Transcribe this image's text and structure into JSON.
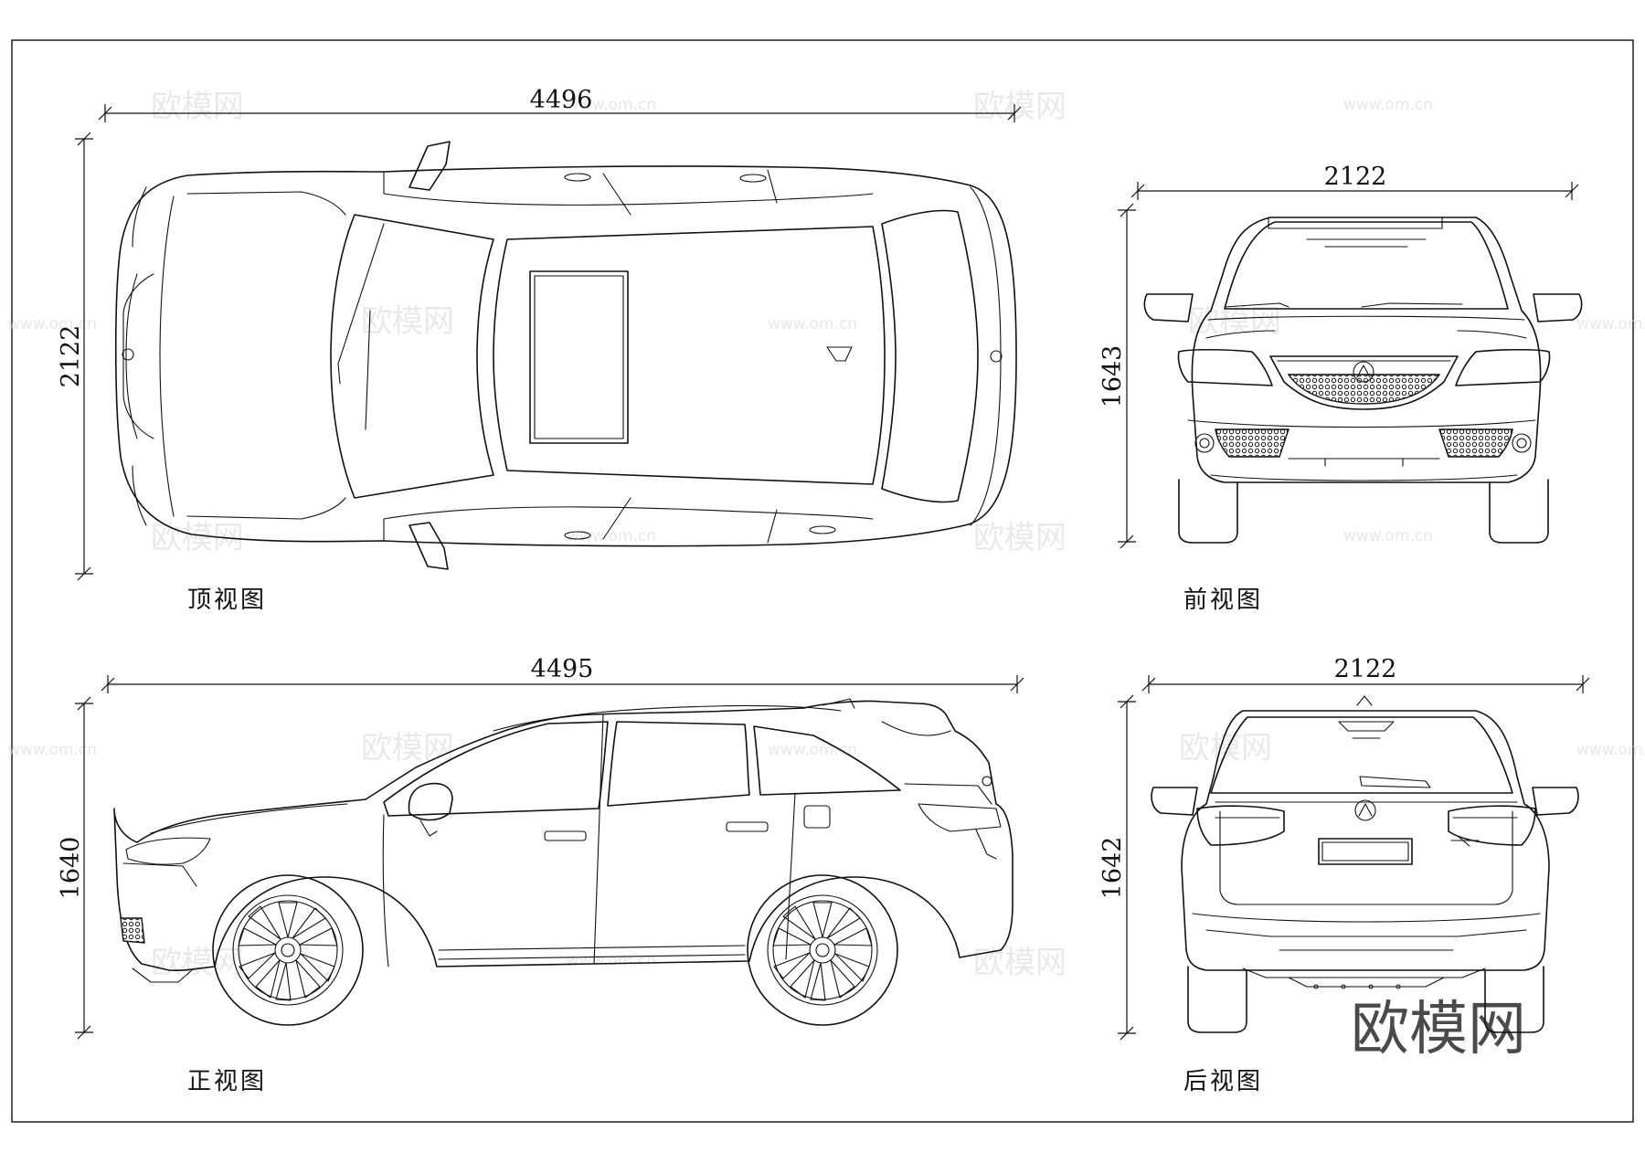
{
  "views": {
    "top": {
      "caption": "顶视图",
      "length": "4496",
      "width": "2122"
    },
    "front": {
      "caption": "前视图",
      "width": "2122",
      "height": "1643"
    },
    "side": {
      "caption": "正视图",
      "length": "4495",
      "height": "1640"
    },
    "rear": {
      "caption": "后视图",
      "width": "2122",
      "height": "1642"
    }
  },
  "watermark": {
    "brand": "欧模网",
    "url": "www.om.cn"
  },
  "colors": {
    "line": "#111111",
    "background": "#ffffff",
    "watermark": "#d8d8d8"
  }
}
